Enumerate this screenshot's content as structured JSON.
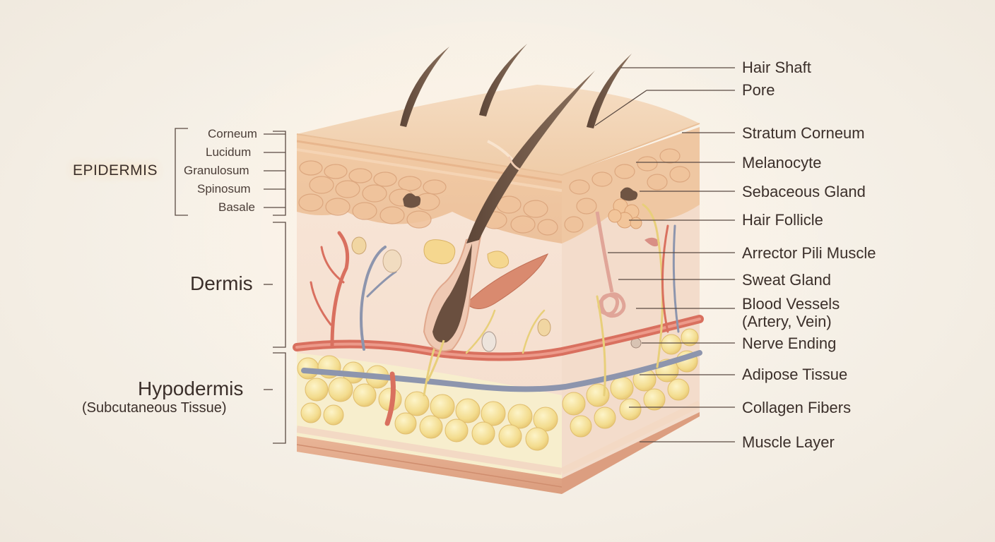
{
  "labels_left": {
    "epidermis": "EPIDERMIS",
    "layers": [
      "Corneum",
      "Lucidum",
      "Granulosum",
      "Spinosum",
      "Basale"
    ],
    "dermis": "Dermis",
    "hypodermis": "Hypodermis",
    "hypodermis_sub": "(Subcutaneous Tissue)"
  },
  "labels_right": [
    "Hair Shaft",
    "Pore",
    "Stratum Corneum",
    "Melanocyte",
    "Sebaceous Gland",
    "Hair Follicle",
    "Arrector Pili Muscle",
    "Sweat Gland",
    "Blood Vessels",
    "(Artery, Vein)",
    "Nerve Ending",
    "Adipose Tissue",
    "Collagen Fibers",
    "Muscle Layer"
  ],
  "colors": {
    "epidermis_top": "#f3d8bd",
    "dermis": "#f6e2d3",
    "adipose": "#f6e3a0",
    "muscle": "#e4ac8e",
    "artery": "#d9705f",
    "vein": "#8d95ad",
    "nerve": "#e8cf7a",
    "hair": "#7b6250"
  }
}
